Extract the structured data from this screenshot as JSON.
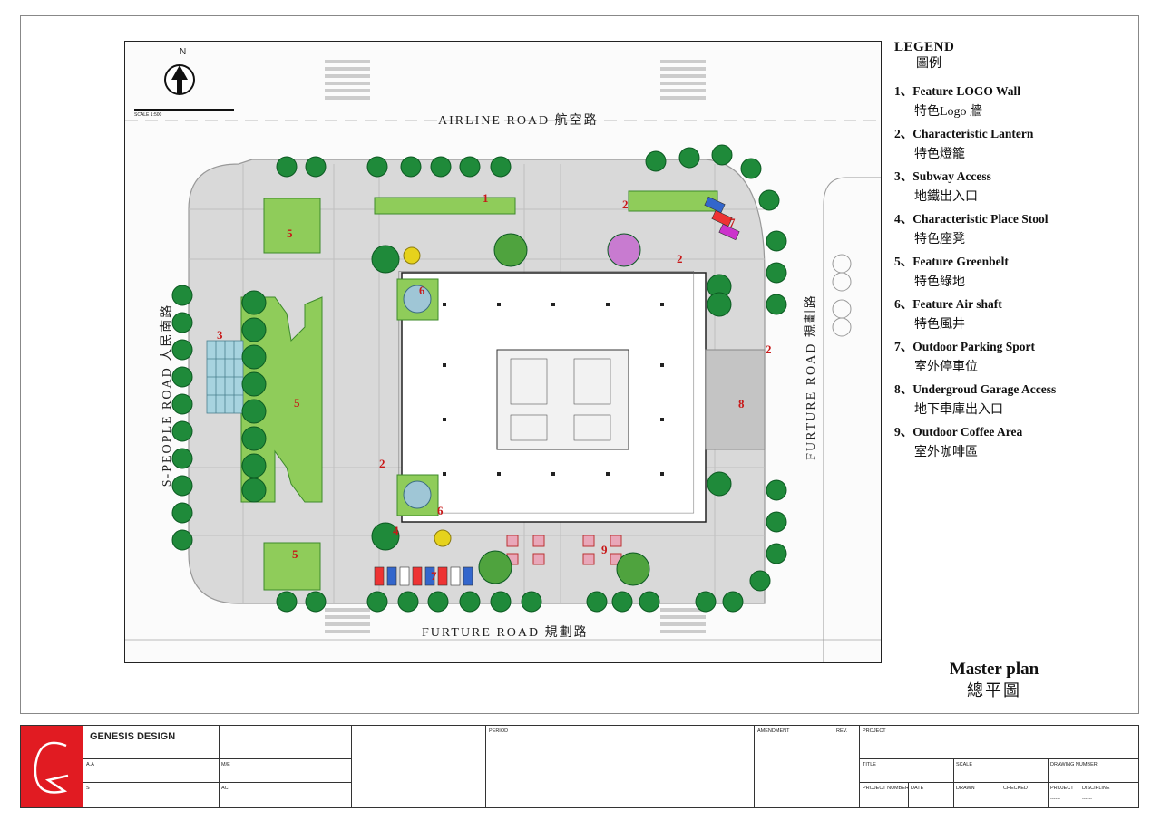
{
  "legend": {
    "heading": "LEGEND",
    "heading_zh": "圖例",
    "items": [
      {
        "num": "1、",
        "en": "Feature LOGO  Wall",
        "zh": "特色Logo 牆"
      },
      {
        "num": "2、",
        "en": "Characteristic Lantern",
        "zh": "特色燈籠"
      },
      {
        "num": "3、",
        "en": "Subway Access",
        "zh": "地鐵出入口"
      },
      {
        "num": "4、",
        "en": "Characteristic Place  Stool",
        "zh": "特色座凳"
      },
      {
        "num": "5、",
        "en": "Feature  Greenbelt",
        "zh": "特色綠地"
      },
      {
        "num": "6、",
        "en": "Feature Air shaft",
        "zh": "特色風井"
      },
      {
        "num": "7、",
        "en": "Outdoor Parking Sport",
        "zh": "室外停車位"
      },
      {
        "num": "8、",
        "en": "Undergroud Garage Access",
        "zh": "地下車庫出入口"
      },
      {
        "num": "9、",
        "en": "Outdoor Coffee Area",
        "zh": "室外咖啡區"
      }
    ]
  },
  "title": {
    "en": "Master plan",
    "zh": "總平圖"
  },
  "roads": {
    "north": "AIRLINE   ROAD   航空路",
    "south": "FURTURE   ROAD   規劃路",
    "west": "S-PEOPLE   ROAD   人民南路",
    "east": "FURTURE   ROAD   規劃路"
  },
  "compass": {
    "north": "N",
    "scale_label": "SCALE 1:500"
  },
  "plan_badges": [
    "1",
    "2",
    "2",
    "2",
    "2",
    "3",
    "4",
    "5",
    "5",
    "5",
    "6",
    "6",
    "7",
    "7",
    "8",
    "9"
  ],
  "titleblock": {
    "company": "GENESIS  DESIGN",
    "aa": "A.A",
    "me": "M/E",
    "s": "S",
    "ac": "AC",
    "period": "PERIOD",
    "amendment": "AMENDMENT",
    "rev": "REV.",
    "project": "PROJECT",
    "title": "TITLE",
    "scale": "SCALE",
    "drawing_number": "DRAWING NUMBER",
    "project_number": "PROJECT  NUMBER",
    "date": "DATE",
    "drawn": "DRAWN",
    "checked": "CHECKED",
    "project2": "PROJECT",
    "discipline": "DISCIPLINE",
    "dash1": "------",
    "dash2": "------"
  },
  "colors": {
    "plaza": "#d9d9d9",
    "paving": "#c8c8c8",
    "green": "#7cc34a",
    "tree": "#1f8a3a",
    "badge": "#c81818",
    "logo": "#e11b22"
  }
}
